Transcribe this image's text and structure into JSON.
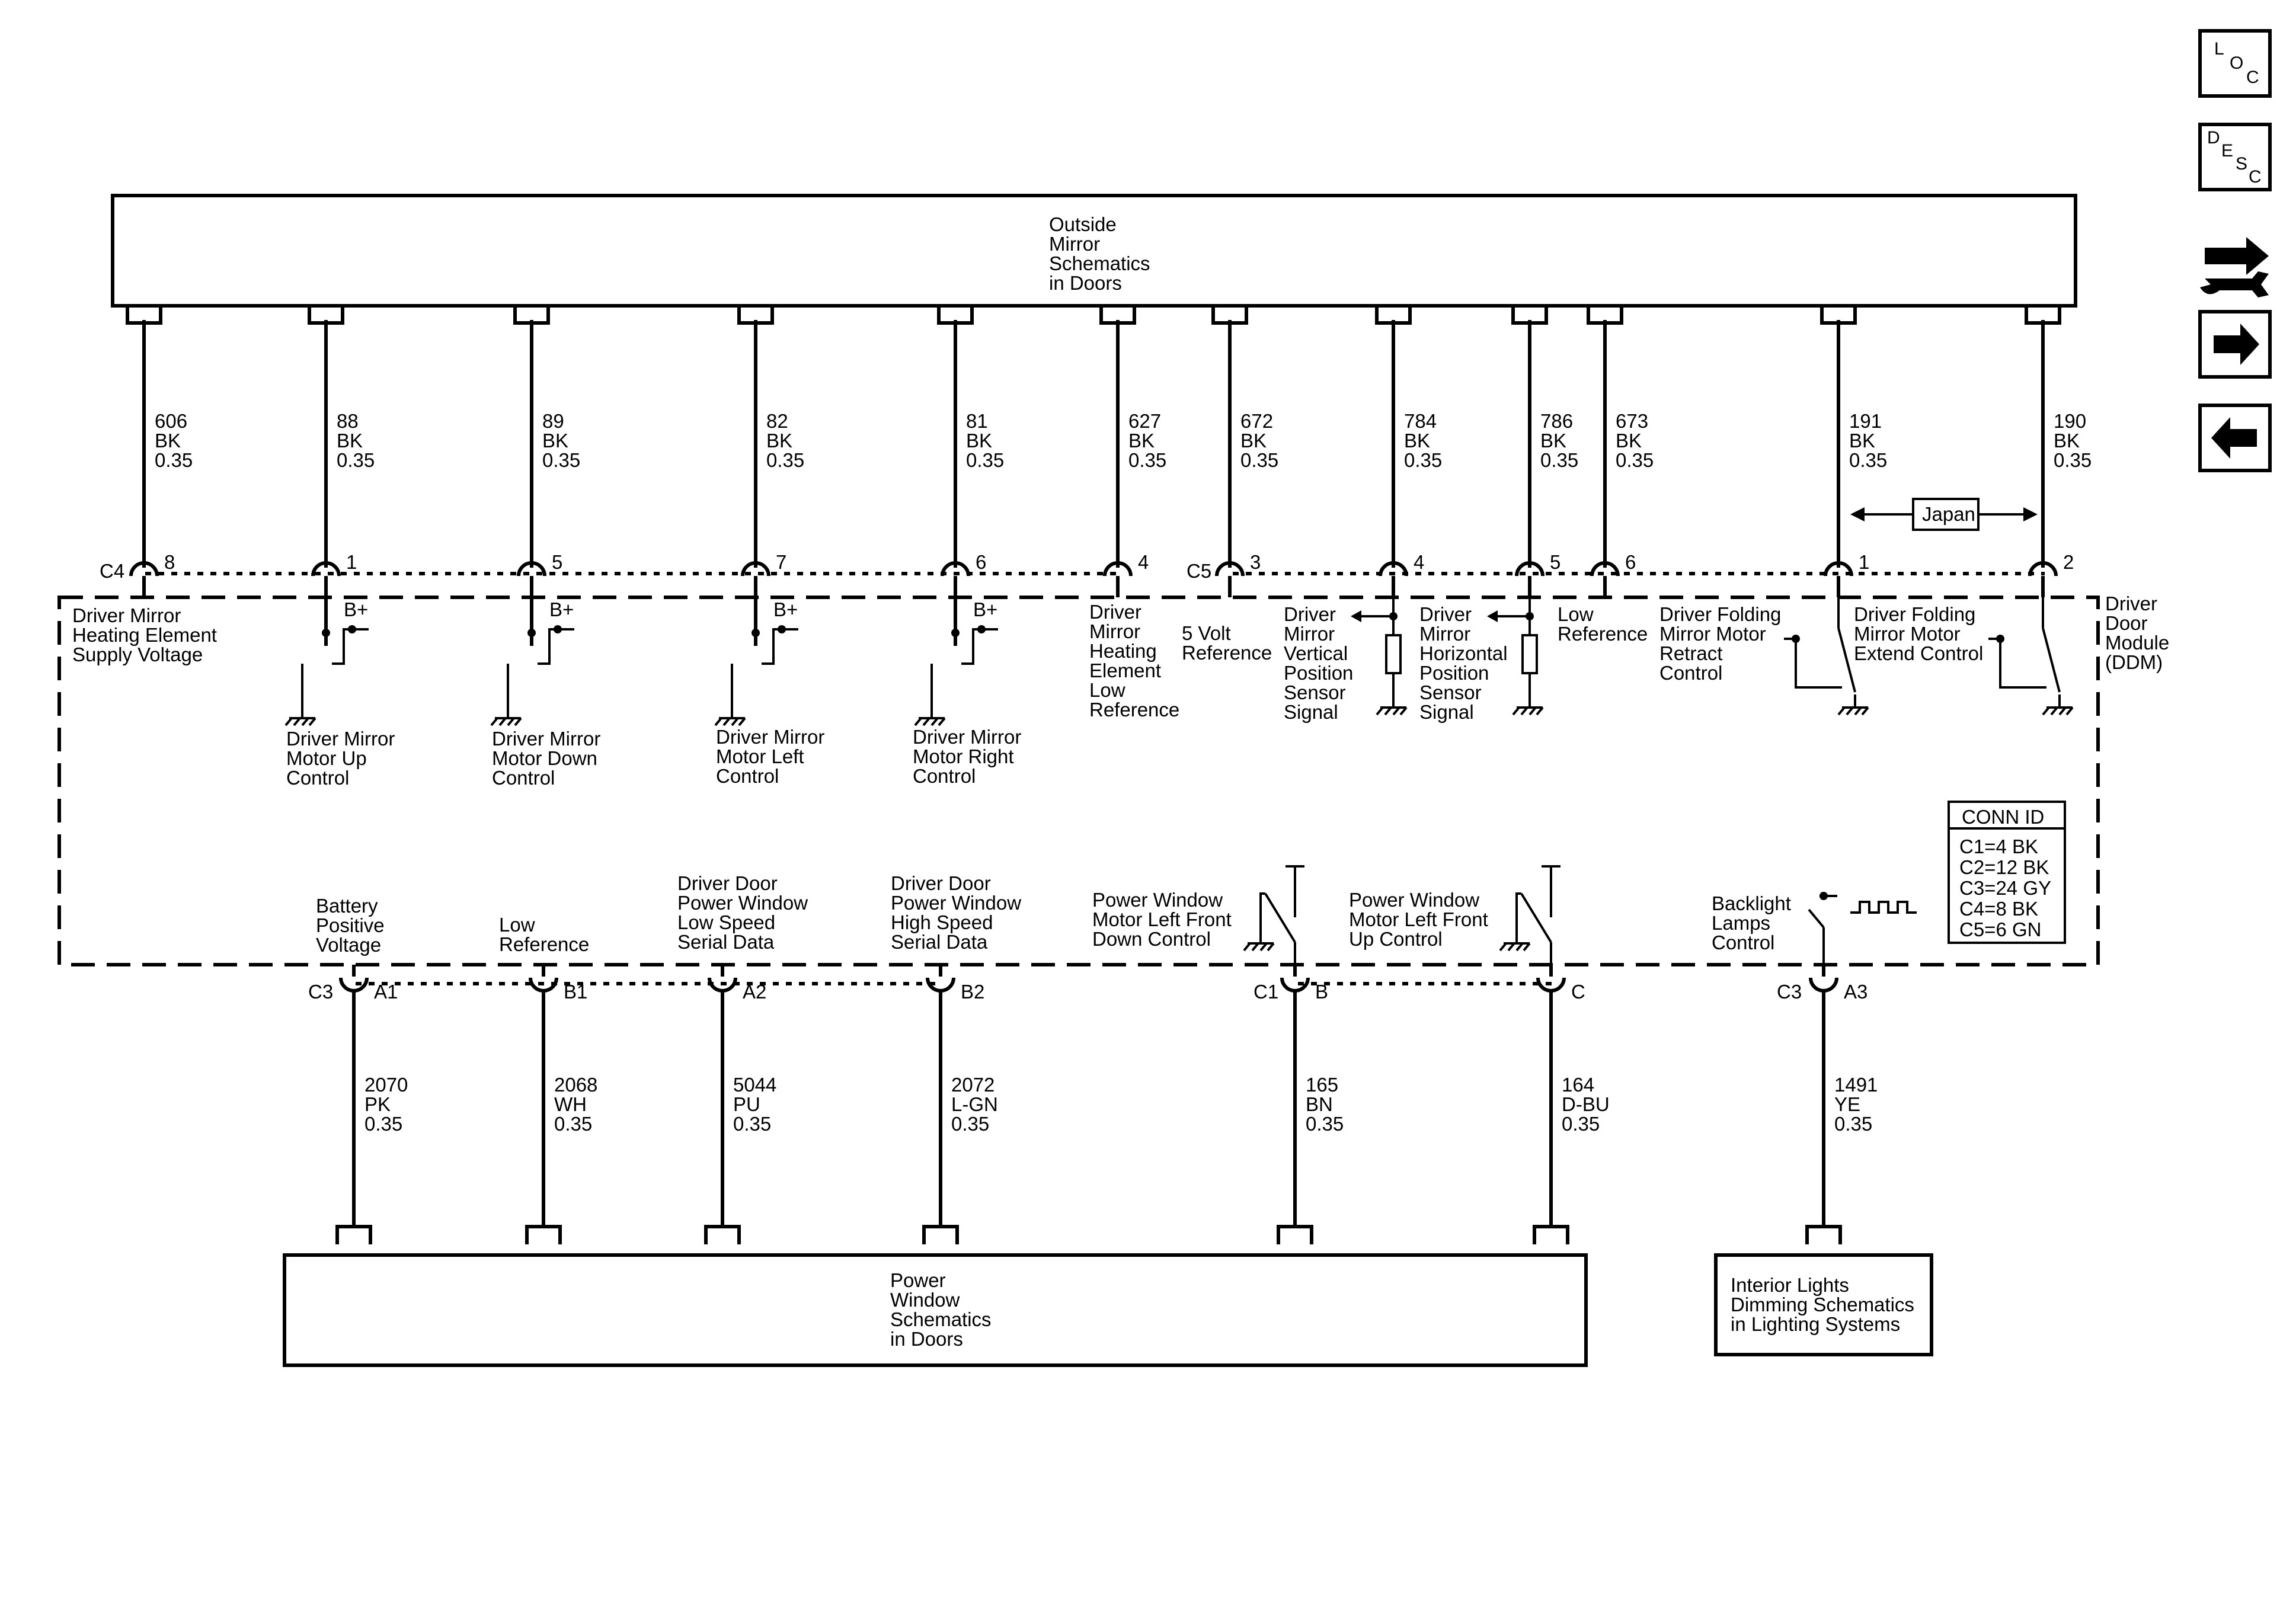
{
  "blocks": {
    "outside_mirror": [
      "Outside",
      "Mirror",
      "Schematics",
      "in Doors"
    ],
    "power_window": [
      "Power",
      "Window",
      "Schematics",
      "in Doors"
    ],
    "interior_lights": [
      "Interior Lights",
      "Dimming Schematics",
      "in Lighting Systems"
    ]
  },
  "module_name": [
    "Driver",
    "Door",
    "Module",
    "(DDM)"
  ],
  "connectors": {
    "C4": "C4",
    "C5": "C5",
    "C3": "C3",
    "C1": "C1",
    "C3b": "C3"
  },
  "top_wires": [
    {
      "circuit": "606",
      "color": "BK",
      "gauge": "0.35",
      "pin": "8"
    },
    {
      "circuit": "88",
      "color": "BK",
      "gauge": "0.35",
      "pin": "1"
    },
    {
      "circuit": "89",
      "color": "BK",
      "gauge": "0.35",
      "pin": "5"
    },
    {
      "circuit": "82",
      "color": "BK",
      "gauge": "0.35",
      "pin": "7"
    },
    {
      "circuit": "81",
      "color": "BK",
      "gauge": "0.35",
      "pin": "6"
    },
    {
      "circuit": "627",
      "color": "BK",
      "gauge": "0.35",
      "pin": "4"
    },
    {
      "circuit": "672",
      "color": "BK",
      "gauge": "0.35",
      "pin": "3"
    },
    {
      "circuit": "784",
      "color": "BK",
      "gauge": "0.35",
      "pin": "4"
    },
    {
      "circuit": "786",
      "color": "BK",
      "gauge": "0.35",
      "pin": "5"
    },
    {
      "circuit": "673",
      "color": "BK",
      "gauge": "0.35",
      "pin": "6"
    },
    {
      "circuit": "191",
      "color": "BK",
      "gauge": "0.35",
      "pin": "1"
    },
    {
      "circuit": "190",
      "color": "BK",
      "gauge": "0.35",
      "pin": "2"
    }
  ],
  "japan_label": "Japan",
  "b_plus": "B+",
  "top_functions": [
    [
      "Driver Mirror",
      "Heating Element",
      "Supply Voltage"
    ],
    [
      "Driver Mirror",
      "Motor Up",
      "Control"
    ],
    [
      "Driver Mirror",
      "Motor Down",
      "Control"
    ],
    [
      "Driver Mirror",
      "Motor Left",
      "Control"
    ],
    [
      "Driver Mirror",
      "Motor Right",
      "Control"
    ],
    [
      "Driver",
      "Mirror",
      "Heating",
      "Element",
      "Low",
      "Reference"
    ],
    [
      "5 Volt",
      "Reference"
    ],
    [
      "Driver",
      "Mirror",
      "Vertical",
      "Position",
      "Sensor",
      "Signal"
    ],
    [
      "Driver",
      "Mirror",
      "Horizontal",
      "Position",
      "Sensor",
      "Signal"
    ],
    [
      "Low",
      "Reference"
    ],
    [
      "Driver Folding",
      "Mirror Motor",
      "Retract",
      "Control"
    ],
    [
      "Driver Folding",
      "Mirror Motor",
      "Extend Control"
    ]
  ],
  "bottom_wires": [
    {
      "circuit": "2070",
      "color": "PK",
      "gauge": "0.35",
      "pin": "A1"
    },
    {
      "circuit": "2068",
      "color": "WH",
      "gauge": "0.35",
      "pin": "B1"
    },
    {
      "circuit": "5044",
      "color": "PU",
      "gauge": "0.35",
      "pin": "A2"
    },
    {
      "circuit": "2072",
      "color": "L-GN",
      "gauge": "0.35",
      "pin": "B2"
    },
    {
      "circuit": "165",
      "color": "BN",
      "gauge": "0.35",
      "pin": "B"
    },
    {
      "circuit": "164",
      "color": "D-BU",
      "gauge": "0.35",
      "pin": "C"
    },
    {
      "circuit": "1491",
      "color": "YE",
      "gauge": "0.35",
      "pin": "A3"
    }
  ],
  "bottom_functions": [
    [
      "Battery",
      "Positive",
      "Voltage"
    ],
    [
      "Low",
      "Reference"
    ],
    [
      "Driver Door",
      "Power Window",
      "Low Speed",
      "Serial Data"
    ],
    [
      "Driver Door",
      "Power Window",
      "High Speed",
      "Serial Data"
    ],
    [
      "Power Window",
      "Motor Left Front",
      "Down Control"
    ],
    [
      "Power Window",
      "Motor Left Front",
      "Up Control"
    ],
    [
      "Backlight",
      "Lamps",
      "Control"
    ]
  ],
  "conn_id": {
    "title": "CONN ID",
    "rows": [
      "C1=4 BK",
      "C2=12 BK",
      "C3=24 GY",
      "C4=8 BK",
      "C5=6 GN"
    ]
  },
  "nav": {
    "loc": [
      "L",
      "O",
      "C"
    ],
    "desc": [
      "D",
      "E",
      "S",
      "C"
    ]
  }
}
